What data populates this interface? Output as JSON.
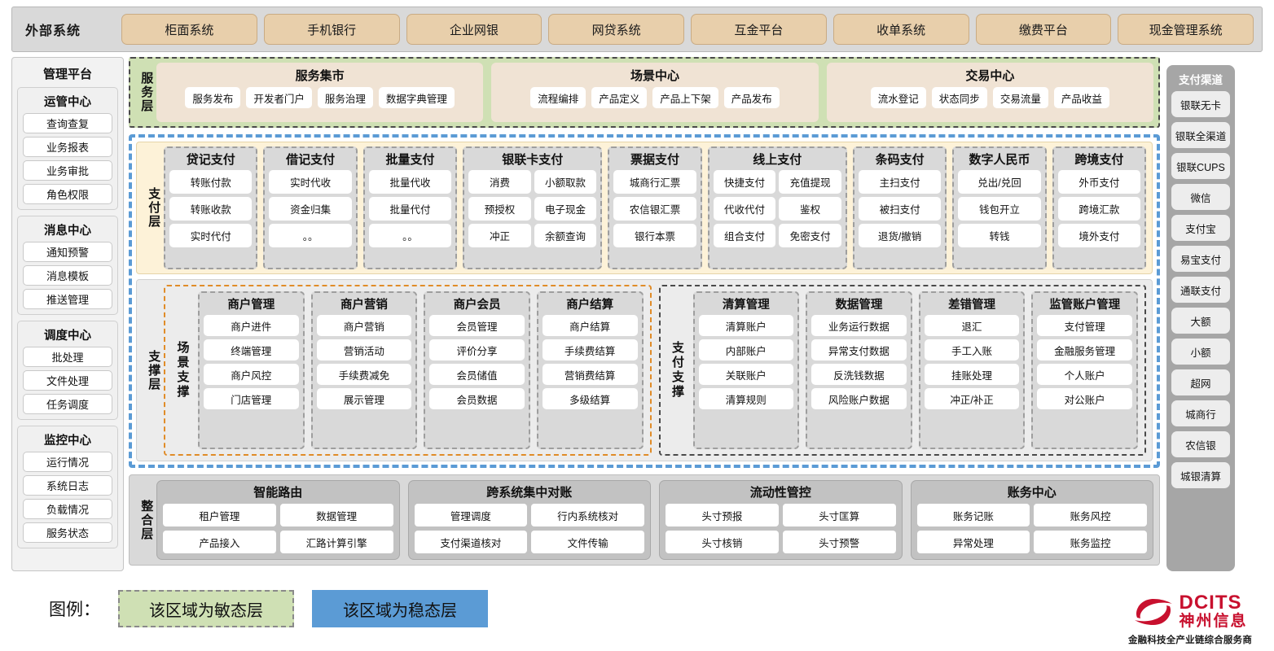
{
  "external_bar": {
    "title": "外部系统",
    "items": [
      "柜面系统",
      "手机银行",
      "企业网银",
      "网贷系统",
      "互金平台",
      "收单系统",
      "缴费平台",
      "现金管理系统"
    ]
  },
  "management_platform": {
    "title": "管理平台",
    "groups": [
      {
        "title": "运管中心",
        "items": [
          "查询查复",
          "业务报表",
          "业务审批",
          "角色权限"
        ]
      },
      {
        "title": "消息中心",
        "items": [
          "通知预警",
          "消息模板",
          "推送管理"
        ]
      },
      {
        "title": "调度中心",
        "items": [
          "批处理",
          "文件处理",
          "任务调度"
        ]
      },
      {
        "title": "监控中心",
        "items": [
          "运行情况",
          "系统日志",
          "负载情况",
          "服务状态"
        ]
      }
    ]
  },
  "service_layer": {
    "tag": "服务层",
    "groups": [
      {
        "title": "服务集市",
        "items": [
          "服务发布",
          "开发者门户",
          "服务治理",
          "数据字典管理"
        ]
      },
      {
        "title": "场景中心",
        "items": [
          "流程编排",
          "产品定义",
          "产品上下架",
          "产品发布"
        ]
      },
      {
        "title": "交易中心",
        "items": [
          "流水登记",
          "状态同步",
          "交易流量",
          "产品收益"
        ]
      }
    ]
  },
  "payment_layer": {
    "tag": "支付层",
    "groups": [
      {
        "title": "贷记支付",
        "cols": 1,
        "items": [
          "转账付款",
          "转账收款",
          "实时代付"
        ]
      },
      {
        "title": "借记支付",
        "cols": 1,
        "items": [
          "实时代收",
          "资金归集",
          "。。"
        ]
      },
      {
        "title": "批量支付",
        "cols": 1,
        "items": [
          "批量代收",
          "批量代付",
          "。。"
        ]
      },
      {
        "title": "银联卡支付",
        "cols": 2,
        "items": [
          "消费",
          "小额取款",
          "预授权",
          "电子现金",
          "冲正",
          "余额查询"
        ]
      },
      {
        "title": "票据支付",
        "cols": 1,
        "items": [
          "城商行汇票",
          "农信银汇票",
          "银行本票"
        ]
      },
      {
        "title": "线上支付",
        "cols": 2,
        "items": [
          "快捷支付",
          "充值提现",
          "代收代付",
          "鉴权",
          "组合支付",
          "免密支付"
        ]
      },
      {
        "title": "条码支付",
        "cols": 1,
        "items": [
          "主扫支付",
          "被扫支付",
          "退货/撤销"
        ]
      },
      {
        "title": "数字人民币",
        "cols": 1,
        "items": [
          "兑出/兑回",
          "钱包开立",
          "转钱"
        ]
      },
      {
        "title": "跨境支付",
        "cols": 1,
        "items": [
          "外币支付",
          "跨境汇款",
          "境外支付"
        ]
      }
    ]
  },
  "support_layer": {
    "tag": "支撑层",
    "halves": [
      {
        "sub_tag": "场景支撑",
        "columns": [
          {
            "title": "商户管理",
            "items": [
              "商户进件",
              "终端管理",
              "商户风控",
              "门店管理"
            ]
          },
          {
            "title": "商户营销",
            "items": [
              "商户营销",
              "营销活动",
              "手续费减免",
              "展示管理"
            ]
          },
          {
            "title": "商户会员",
            "items": [
              "会员管理",
              "评价分享",
              "会员储值",
              "会员数据"
            ]
          },
          {
            "title": "商户结算",
            "items": [
              "商户结算",
              "手续费结算",
              "营销费结算",
              "多级结算"
            ]
          }
        ]
      },
      {
        "sub_tag": "支付支撑",
        "columns": [
          {
            "title": "清算管理",
            "items": [
              "清算账户",
              "内部账户",
              "关联账户",
              "清算规则"
            ]
          },
          {
            "title": "数据管理",
            "items": [
              "业务运行数据",
              "异常支付数据",
              "反洗钱数据",
              "风险账户数据"
            ]
          },
          {
            "title": "差错管理",
            "items": [
              "退汇",
              "手工入账",
              "挂账处理",
              "冲正/补正"
            ]
          },
          {
            "title": "监管账户管理",
            "items": [
              "支付管理",
              "金融服务管理",
              "个人账户",
              "对公账户"
            ]
          }
        ]
      }
    ]
  },
  "integration_layer": {
    "tag": "整合层",
    "groups": [
      {
        "title": "智能路由",
        "items": [
          "租户管理",
          "数据管理",
          "产品接入",
          "汇路计算引擎"
        ]
      },
      {
        "title": "跨系统集中对账",
        "items": [
          "管理调度",
          "行内系统核对",
          "支付渠道核对",
          "文件传输"
        ]
      },
      {
        "title": "流动性管控",
        "items": [
          "头寸预报",
          "头寸匡算",
          "头寸核销",
          "头寸预警"
        ]
      },
      {
        "title": "账务中心",
        "items": [
          "账务记账",
          "账务风控",
          "异常处理",
          "账务监控"
        ]
      }
    ]
  },
  "payment_channels": {
    "title": "支付渠道",
    "items": [
      "银联无卡",
      "银联全渠道",
      "银联CUPS",
      "微信",
      "支付宝",
      "易宝支付",
      "通联支付",
      "大额",
      "小额",
      "超网",
      "城商行",
      "农信银",
      "城银清算"
    ]
  },
  "legend": {
    "label": "图例：",
    "agile_text": "该区域为敏态层",
    "stable_text": "该区域为稳态层",
    "agile_color": "#cfe0b4",
    "stable_color": "#5b9bd5"
  },
  "logo": {
    "en": "DCITS",
    "cn": "神州信息",
    "tagline": "金融科技全产业链综合服务商",
    "brand_color": "#c8102e"
  }
}
